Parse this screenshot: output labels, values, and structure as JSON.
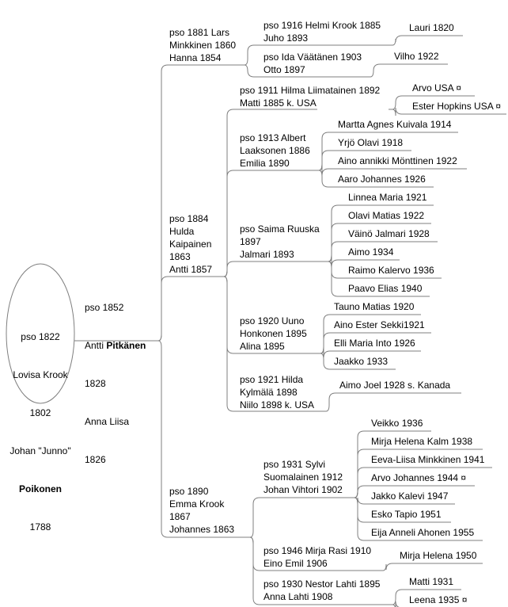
{
  "root": {
    "line1": "pso 1822",
    "line2": "Lovisa Krook",
    "line3": "1802",
    "line4": "Johan \"Junno\"",
    "line5": "Poikonen",
    "line6": "1788"
  },
  "n1": {
    "line1": "pso 1852",
    "line2a": "Antti ",
    "line2b": "Pitkänen",
    "line3": "1828",
    "line4": "Anna Liisa",
    "line5": "1826"
  },
  "g1": {
    "a": {
      "text": "pso 1881 Lars\nMinkkinen 1860\nHanna 1854"
    },
    "b": {
      "text": "pso 1884\nHulda\nKaipainen\n1863\nAntti 1857"
    },
    "c": {
      "text": "pso 1890\nEmma Krook\n1867\nJohannes 1863"
    }
  },
  "g2": {
    "a1": {
      "text": "pso 1916 Helmi Krook 1885\nJuho 1893"
    },
    "a2": {
      "text": "pso Ida Väätänen 1903\nOtto 1897"
    },
    "b1": {
      "text": "pso 1911 Hilma Liimatainen 1892\nMatti 1885 k. USA"
    },
    "b2": {
      "text": "pso 1913 Albert\nLaaksonen 1886\nEmilia 1890"
    },
    "b3": {
      "text": "pso Saima Ruuska\n1897\nJalmari 1893"
    },
    "b4": {
      "text": "pso 1920 Uuno\nHonkonen 1895\nAlina 1895"
    },
    "b5": {
      "text": "pso 1921 Hilda\nKylmälä 1898\nNiilo 1898 k. USA"
    },
    "c1": {
      "text": "pso 1931 Sylvi\nSuomalainen 1912\nJohan Vihtori 1902"
    },
    "c2": {
      "text": "pso 1946 Mirja Rasi 1910\nEino Emil 1906"
    },
    "c3": {
      "text": "pso 1930 Nestor Lahti 1895\nAnna Lahti 1908"
    }
  },
  "leaves": {
    "a1": [
      "Lauri 1820"
    ],
    "a2": [
      "Vilho 1922"
    ],
    "b1": [
      "Arvo USA ¤",
      "Ester Hopkins USA ¤"
    ],
    "b2": [
      "Martta Agnes Kuivala 1914",
      "Yrjö Olavi 1918",
      "Aino annikki Mönttinen 1922",
      "Aaro Johannes 1926"
    ],
    "b3": [
      "Linnea Maria 1921",
      "Olavi Matias 1922",
      "Väinö Jalmari 1928",
      "Aimo 1934",
      "Raimo Kalervo 1936",
      "Paavo Elias 1940"
    ],
    "b4": [
      "Tauno Matias 1920",
      "Aino Ester Sekki1921",
      "Elli Maria Into 1926",
      "Jaakko 1933"
    ],
    "b5": [
      "Aimo Joel 1928 s. Kanada"
    ],
    "c1": [
      "Veikko 1936",
      "Mirja Helena Kalm 1938",
      "Eeva-Liisa Minkkinen 1941",
      "Arvo Johannes 1944 ¤",
      "Jakko Kalevi 1947",
      "Esko Tapio 1951",
      "Eija Anneli Ahonen 1955"
    ],
    "c2": [
      "Mirja Helena 1950"
    ],
    "c3": [
      "Matti 1931",
      "Leena 1935 ¤"
    ]
  },
  "colors": {
    "line": "#7f7f7f",
    "text": "#000000",
    "background": "#ffffff"
  }
}
